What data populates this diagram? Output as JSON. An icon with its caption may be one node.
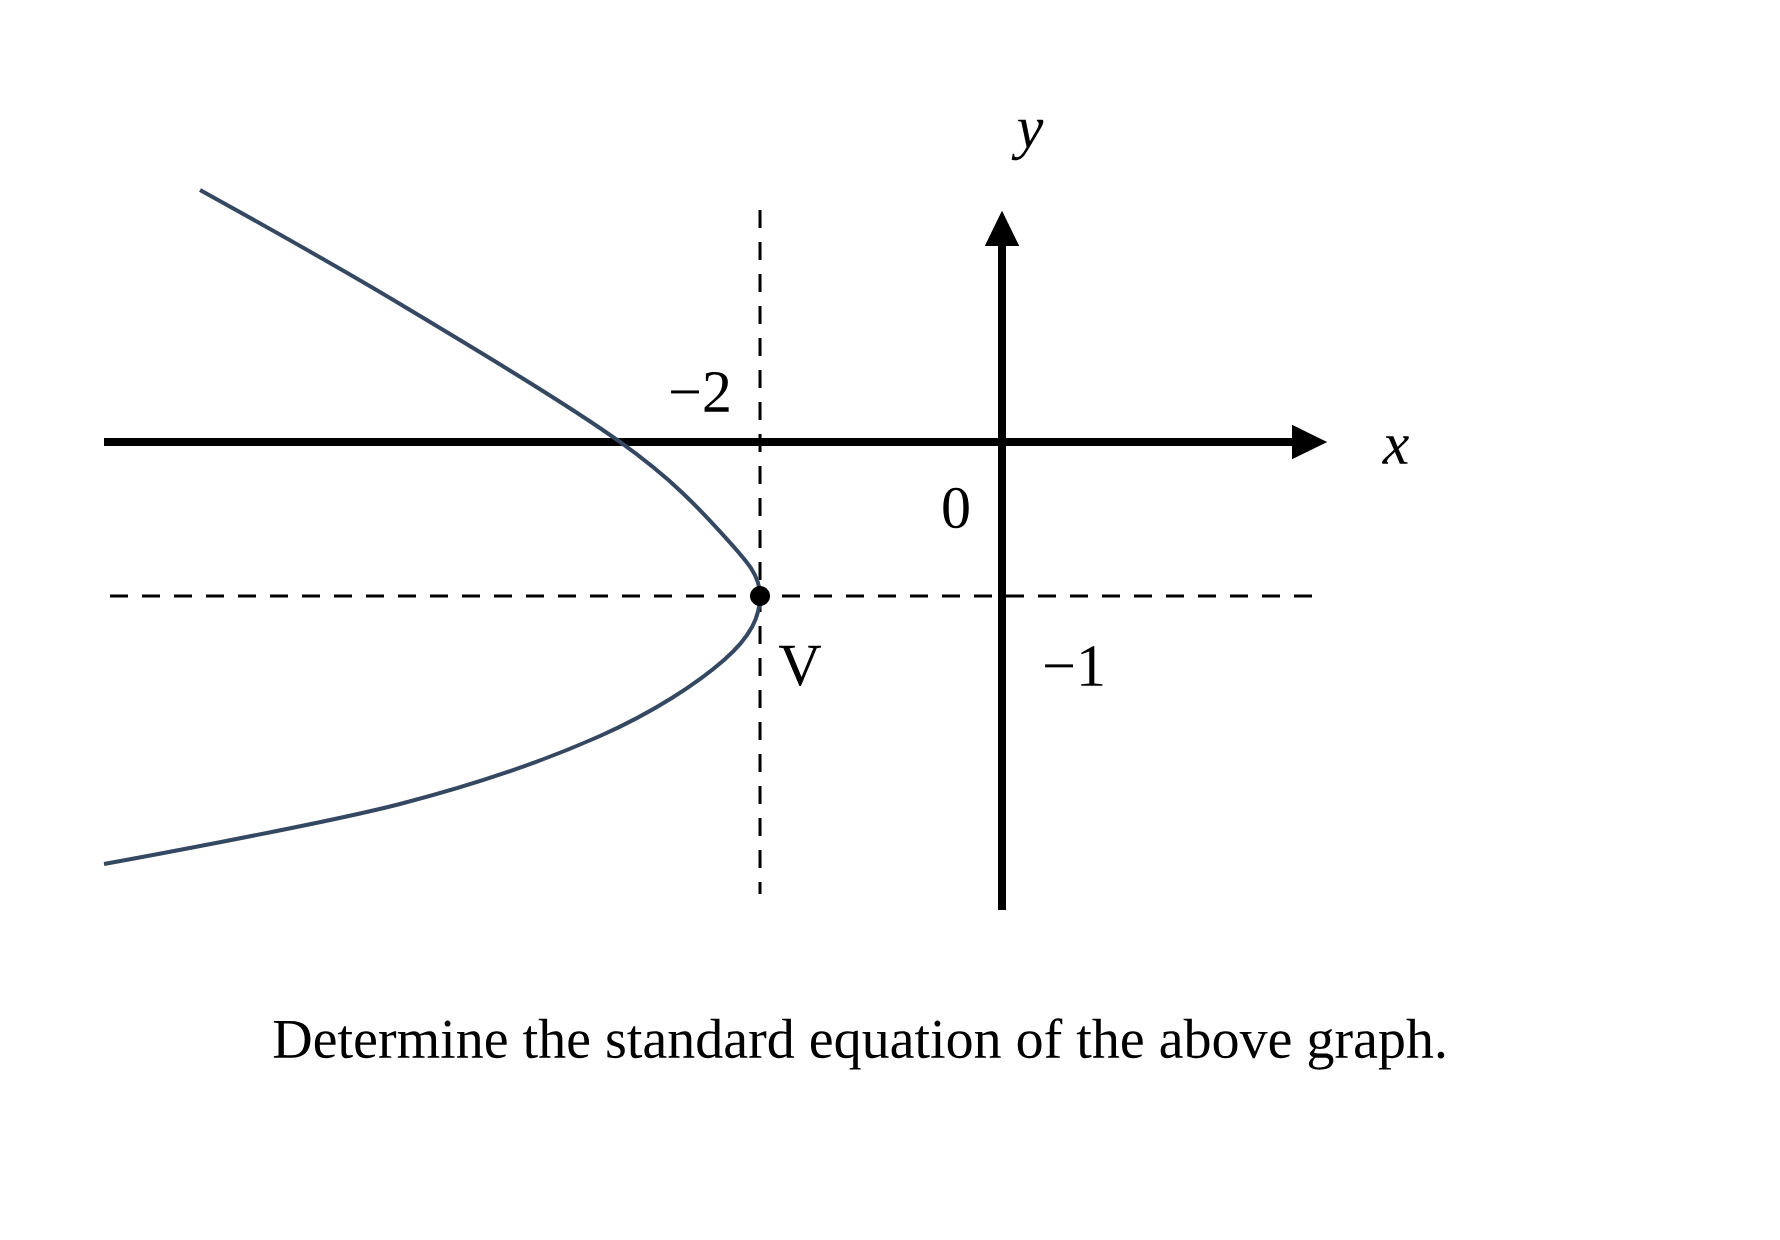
{
  "diagram": {
    "caption": "Determine the standard equation of the above graph.",
    "labels": [
      "y",
      "x",
      "−2",
      "0",
      "V",
      "−1"
    ]
  }
}
